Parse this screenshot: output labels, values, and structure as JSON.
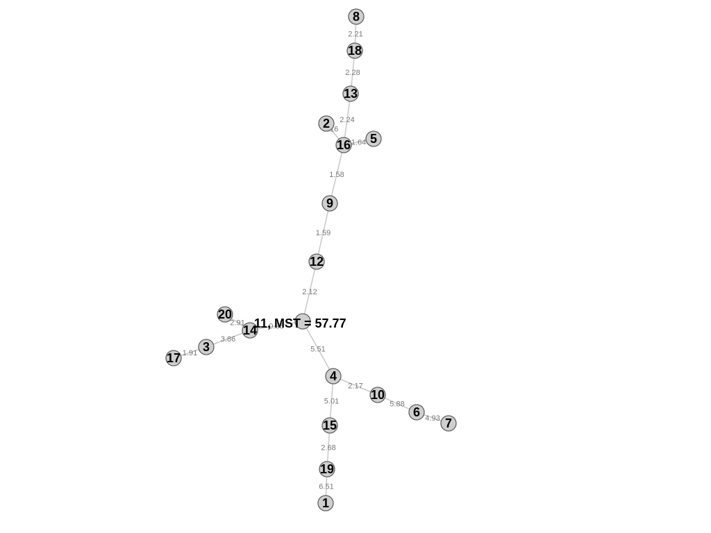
{
  "graph": {
    "root_label": "11, MST = 57.77",
    "nodes": [
      "1",
      "2",
      "3",
      "4",
      "5",
      "6",
      "7",
      "8",
      "9",
      "10",
      "11",
      "12",
      "13",
      "14",
      "15",
      "16",
      "17",
      "18",
      "19",
      "20"
    ],
    "edges": [
      {
        "source": "8",
        "target": "18",
        "weight": "2.21"
      },
      {
        "source": "18",
        "target": "13",
        "weight": "2.28"
      },
      {
        "source": "13",
        "target": "16",
        "weight": "2.24"
      },
      {
        "source": "2",
        "target": "16",
        "weight": "2.16"
      },
      {
        "source": "16",
        "target": "5",
        "weight": "1.64"
      },
      {
        "source": "16",
        "target": "9",
        "weight": "1.58"
      },
      {
        "source": "9",
        "target": "12",
        "weight": "1.59"
      },
      {
        "source": "12",
        "target": "11",
        "weight": "2.12"
      },
      {
        "source": "11",
        "target": "14",
        "weight": "0.96"
      },
      {
        "source": "20",
        "target": "14",
        "weight": "2.91"
      },
      {
        "source": "14",
        "target": "3",
        "weight": "3.86"
      },
      {
        "source": "3",
        "target": "17",
        "weight": "1.91"
      },
      {
        "source": "11",
        "target": "4",
        "weight": "5.51"
      },
      {
        "source": "4",
        "target": "10",
        "weight": "2.17"
      },
      {
        "source": "10",
        "target": "6",
        "weight": "5.88"
      },
      {
        "source": "6",
        "target": "7",
        "weight": "4.93"
      },
      {
        "source": "4",
        "target": "15",
        "weight": "5.01"
      },
      {
        "source": "15",
        "target": "19",
        "weight": "2.68"
      },
      {
        "source": "19",
        "target": "1",
        "weight": "6.51"
      }
    ]
  }
}
